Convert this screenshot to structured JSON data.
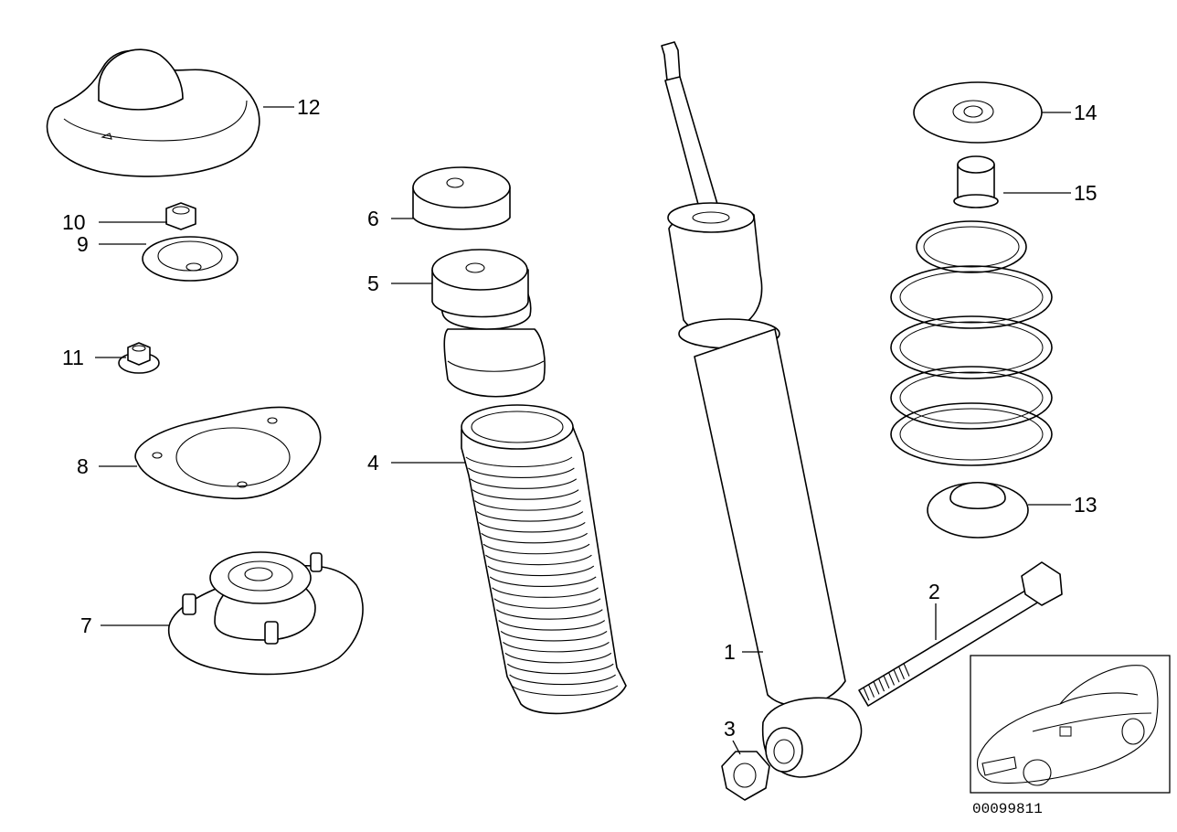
{
  "callouts": [
    {
      "id": "c1",
      "label": "1",
      "part": "shock-absorber"
    },
    {
      "id": "c2",
      "label": "2",
      "part": "bolt"
    },
    {
      "id": "c3",
      "label": "3",
      "part": "nut"
    },
    {
      "id": "c4",
      "label": "4",
      "part": "protective-boot"
    },
    {
      "id": "c5",
      "label": "5",
      "part": "bump-stop"
    },
    {
      "id": "c6",
      "label": "6",
      "part": "cap"
    },
    {
      "id": "c7",
      "label": "7",
      "part": "strut-mount"
    },
    {
      "id": "c8",
      "label": "8",
      "part": "gasket-plate"
    },
    {
      "id": "c9",
      "label": "9",
      "part": "washer"
    },
    {
      "id": "c10",
      "label": "10",
      "part": "hex-nut"
    },
    {
      "id": "c11",
      "label": "11",
      "part": "flange-nut"
    },
    {
      "id": "c12",
      "label": "12",
      "part": "dust-cover"
    },
    {
      "id": "c13",
      "label": "13",
      "part": "lower-spring-seat"
    },
    {
      "id": "c14",
      "label": "14",
      "part": "upper-spring-seat"
    },
    {
      "id": "c15",
      "label": "15",
      "part": "bushing"
    }
  ],
  "reference_number": "00099811"
}
